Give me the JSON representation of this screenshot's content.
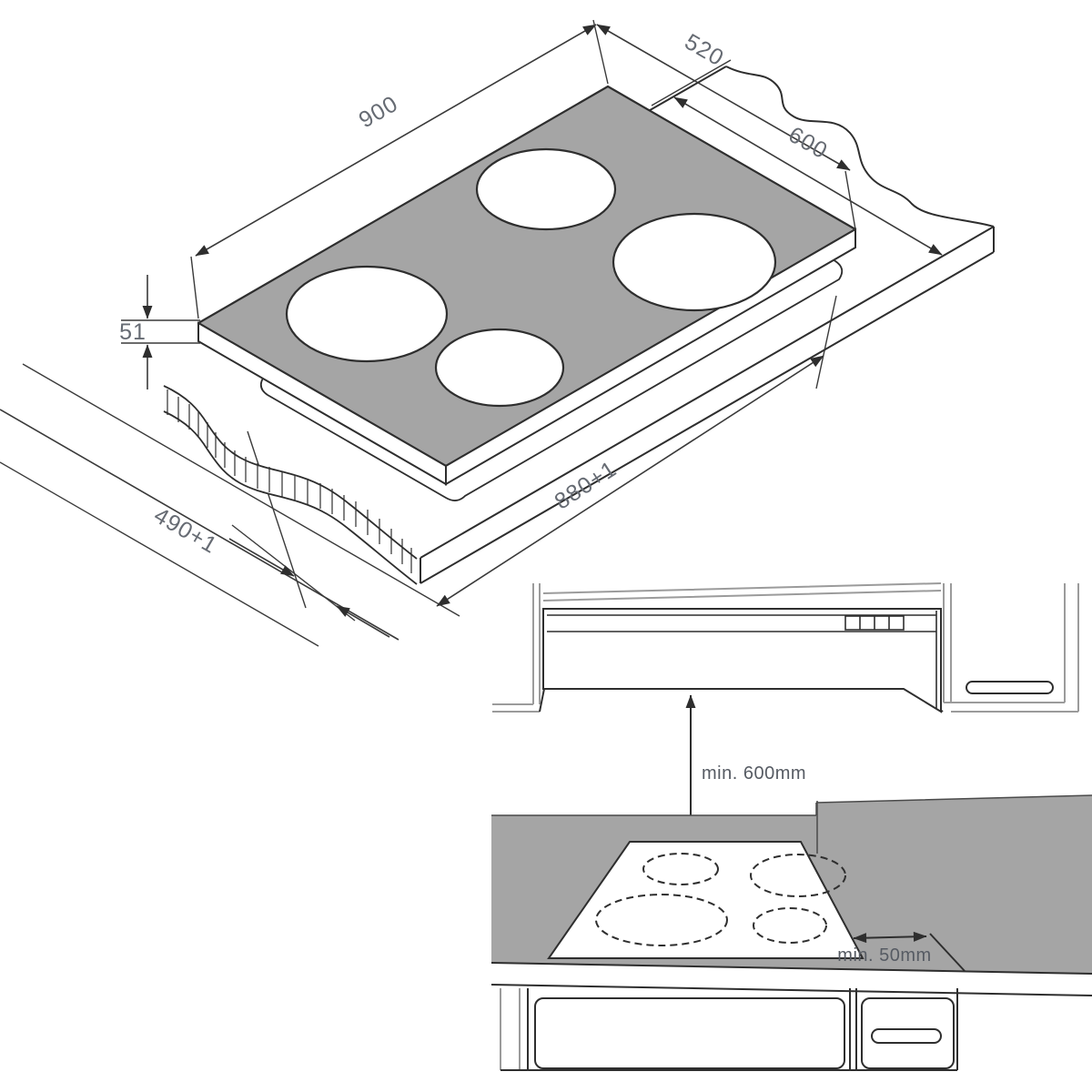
{
  "drawing": {
    "type": "appliance installation diagram",
    "subject": "4-burner ceramic cooktop with worktop cutout and clearance views"
  },
  "colors": {
    "background": "#ffffff",
    "surface_gray": "#a5a5a5",
    "line_dark": "#2e2e2e",
    "line_gray": "#9b9b9b",
    "dim_text": "#666b73"
  },
  "isometric_view": {
    "description": "cooktop above worktop cutout, exploded isometric",
    "burner_count": 4,
    "dimensions": {
      "top_width": "900",
      "top_depth": "520",
      "worktop_depth": "600",
      "thickness": "51",
      "cutout_depth": "490+1",
      "cutout_width": "880+1"
    }
  },
  "installation_view": {
    "description": "front view with hood above and base cabinets below",
    "hood_buttons": 4,
    "clearances": {
      "hood_min_distance": "min. 600mm",
      "side_min_distance": "min. 50mm"
    }
  }
}
